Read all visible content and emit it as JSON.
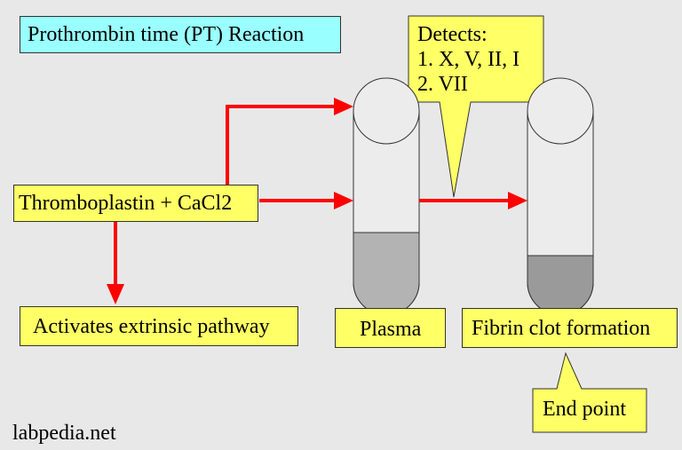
{
  "title": "Prothrombin time (PT) Reaction",
  "reagent": "Thromboplastin + CaCl2",
  "activates": "Activates extrinsic pathway",
  "plasma_label": "Plasma",
  "fibrin_label": "Fibrin clot formation",
  "detects": {
    "heading": "Detects:",
    "line1": "1. X, V, II, I",
    "line2": "2. VII"
  },
  "end_point": "End point",
  "watermark": "labpedia.net",
  "colors": {
    "background": "#e8e8e8",
    "title_fill": "#99ffff",
    "label_fill": "#ffff66",
    "arrow": "#ff0000",
    "plasma_fill": "#b3b3b3",
    "clot_fill": "#9a9a9a"
  }
}
